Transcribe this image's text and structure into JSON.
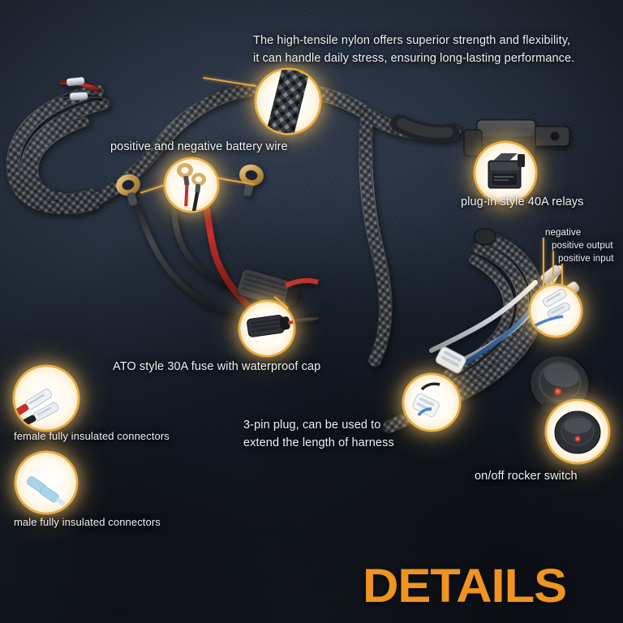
{
  "meta": {
    "background_color": "#1d2634",
    "accent_color": "#f0941f",
    "callout_ring_color": "#f6b23e",
    "text_color": "#eef1f5"
  },
  "headline": {
    "line1": "The high-tensile nylon offers superior strength and flexibility,",
    "line2": "it can handle daily stress, ensuring long-lasting performance."
  },
  "labels": {
    "battery_wire": "positive and negative battery wire",
    "relays": "plug-in style 40A relays",
    "fuse": "ATO style 30A fuse with waterproof cap",
    "three_pin_line1": "3-pin plug, can be used to",
    "three_pin_line2": "extend the length of harness",
    "rocker_switch": "on/off rocker switch",
    "female_connectors": "female fully insulated connectors",
    "male_connectors": "male fully insulated connectors",
    "switch_pin_negative": "negative",
    "switch_pin_positive_output": "positive output",
    "switch_pin_positive_input": "positive input"
  },
  "footer": {
    "wordmark": "DETAILS"
  },
  "callouts": [
    {
      "id": "nylon-sleeve",
      "subject": "braided nylon sleeve texture"
    },
    {
      "id": "ring-terminals",
      "subject": "positive and negative ring terminals"
    },
    {
      "id": "relay",
      "subject": "40A plug-in relay"
    },
    {
      "id": "fuse-holder",
      "subject": "ATO 30A fuse with waterproof cap"
    },
    {
      "id": "switch-harness-pins",
      "subject": "switch wire pins"
    },
    {
      "id": "three-pin-plug",
      "subject": "3-pin extension plug"
    },
    {
      "id": "rocker-switch",
      "subject": "round on/off rocker switch with red LED"
    },
    {
      "id": "female-connectors",
      "subject": "female fully insulated spade connectors"
    },
    {
      "id": "male-connectors",
      "subject": "male fully insulated spade connectors"
    }
  ]
}
